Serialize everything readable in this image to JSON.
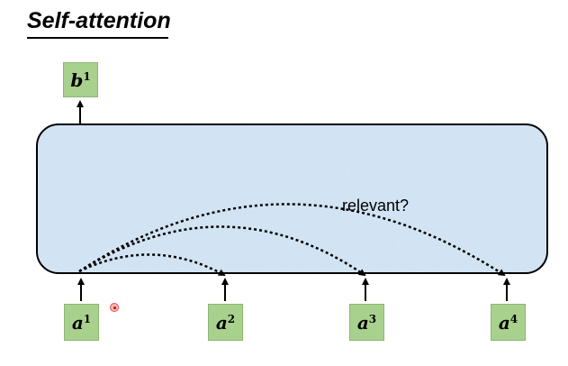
{
  "title": "Self-attention",
  "output": {
    "base": "b",
    "sup": "1"
  },
  "inputs": [
    {
      "base": "a",
      "sup": "1"
    },
    {
      "base": "a",
      "sup": "2"
    },
    {
      "base": "a",
      "sup": "3"
    },
    {
      "base": "a",
      "sup": "4"
    }
  ],
  "question_label": "relevant?",
  "colors": {
    "box_fill": "#a9d18e",
    "panel_fill": "#cfe2f3",
    "stroke": "#000000"
  }
}
